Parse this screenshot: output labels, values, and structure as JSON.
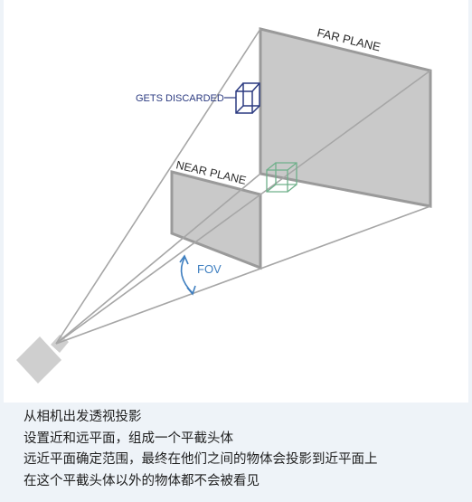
{
  "diagram": {
    "far_plane_label": "FAR PLANE",
    "near_plane_label": "NEAR PLANE",
    "discarded_label": "GETS DISCARDED",
    "fov_label": "FOV",
    "colors": {
      "plane_fill": "#c9c9c9",
      "plane_stroke": "#9a9a9a",
      "frustum_line": "#a6a6a6",
      "camera": "#cfcfcf",
      "discarded_cube": "#2b3a80",
      "inside_cube": "#6fb08a",
      "fov_accent": "#3f7fc0",
      "label_dark": "#2a2a2a"
    }
  },
  "caption": {
    "lines": [
      "从相机出发透视投影",
      "设置近和远平面，组成一个平截头体",
      "远近平面确定范围，最终在他们之间的物体会投影到近平面上",
      "在这个平截头体以外的物体都不会被看见"
    ]
  }
}
